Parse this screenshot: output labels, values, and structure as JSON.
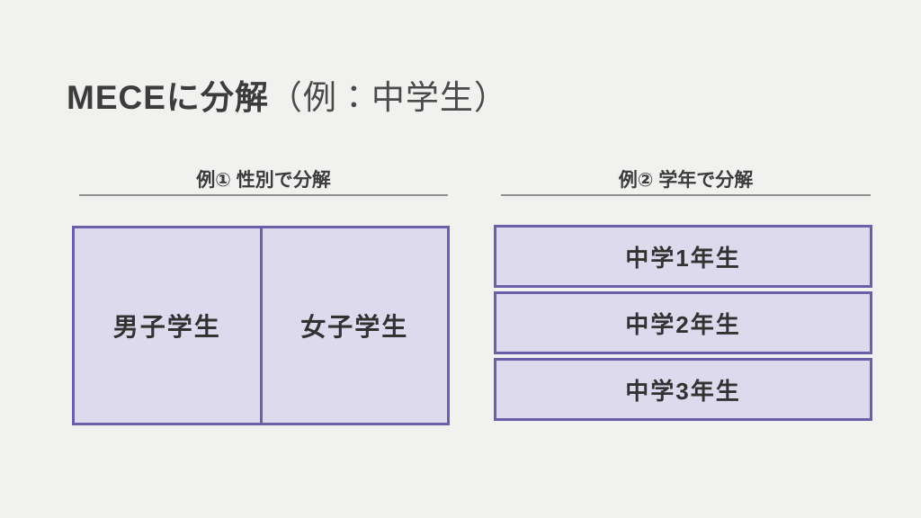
{
  "slide": {
    "title": {
      "main": "MECEに分解",
      "sub": "（例：中学生）"
    }
  },
  "examples": [
    {
      "heading": "例① 性別で分解",
      "layout": "columns",
      "items": [
        "男子学生",
        "女子学生"
      ]
    },
    {
      "heading": "例② 学年で分解",
      "layout": "rows",
      "items": [
        "中学1年生",
        "中学2年生",
        "中学3年生"
      ]
    }
  ],
  "colors": {
    "background": "#f1f1ef",
    "box_fill": "#dcdaec",
    "box_border": "#6a5fa8",
    "text_dark": "#3c3c3c",
    "text_sub": "#4a4a4a",
    "underline": "#8f8f8f"
  }
}
